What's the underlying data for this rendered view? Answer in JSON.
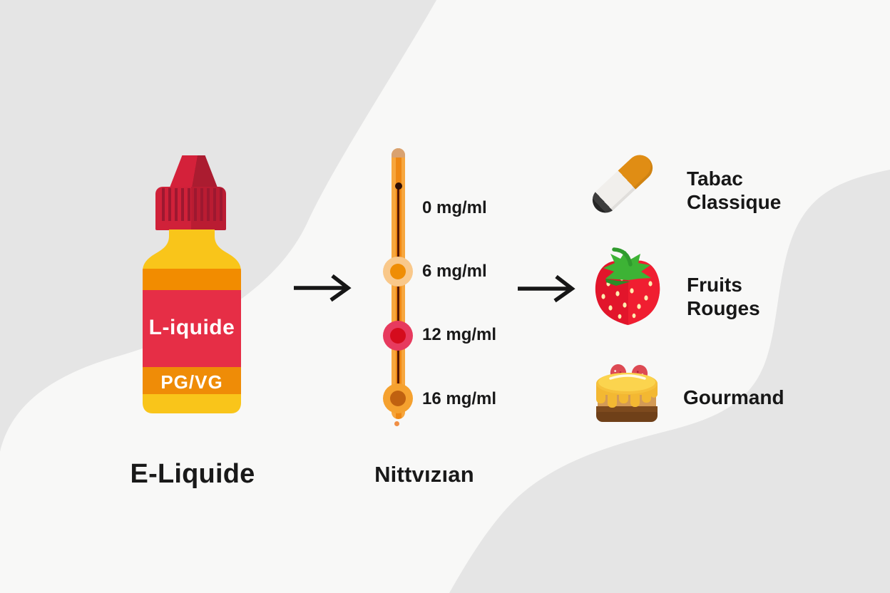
{
  "title": "E-liquide infographic",
  "bottle": {
    "label": "L-iquide",
    "sub_label": "PG/VG",
    "caption": "E-Liquide"
  },
  "scale": {
    "caption": "Nittvızıan",
    "levels": [
      {
        "label": "0 mg/ml"
      },
      {
        "label": "6 mg/ml",
        "outer_color": "#f9c88a",
        "inner_color": "#ef8d04"
      },
      {
        "label": "12 mg/ml",
        "outer_color": "#e73a5e",
        "inner_color": "#d50c1d"
      },
      {
        "label": "16 mg/ml",
        "outer_color": "#f5a12f",
        "inner_color": "#c06110"
      }
    ]
  },
  "flavors": [
    {
      "icon": "cigarette-icon",
      "lines": [
        "Tabac",
        "Classique"
      ]
    },
    {
      "icon": "strawberry-icon",
      "lines": [
        "Fruits",
        "Rouges"
      ]
    },
    {
      "icon": "cake-icon",
      "lines": [
        "Gourmand"
      ]
    }
  ],
  "palette": {
    "background_light": "#f8f8f7",
    "background_gray": "#e5e5e5",
    "bottle_yellow": "#f9c51a",
    "bottle_orange": "#f28c00",
    "bottle_red": "#e62e46",
    "cap_red": "#d02139",
    "rod_orange": "#f7a63d",
    "text_dark": "#191919"
  }
}
